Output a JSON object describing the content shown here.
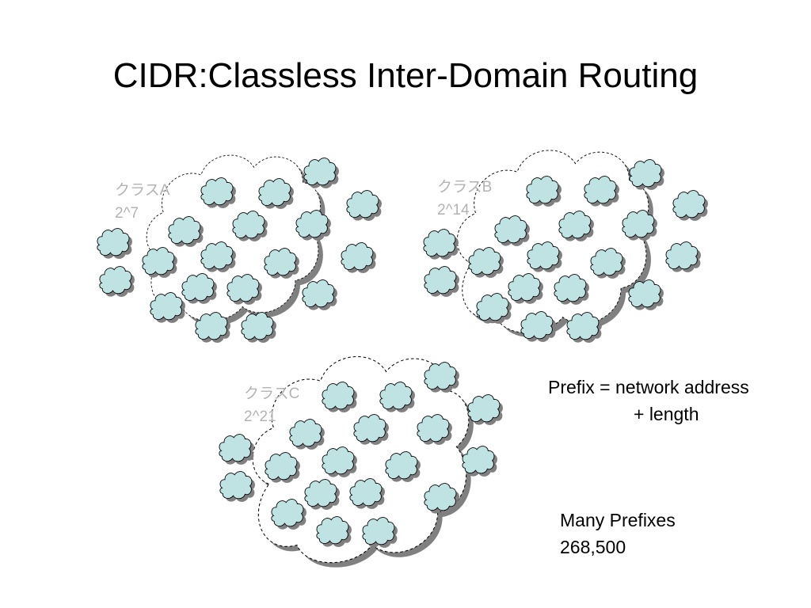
{
  "slide": {
    "title": "CIDR:Classless Inter-Domain Routing"
  },
  "groups": [
    {
      "name": "クラスA",
      "size": "2^7"
    },
    {
      "name": "クラスB",
      "size": "2^14"
    },
    {
      "name": "クラスC",
      "size": "2^21"
    }
  ],
  "prefix_note": {
    "line1": "Prefix = network address",
    "line2": "+ length"
  },
  "count_note": {
    "line1": "Many Prefixes",
    "line2": "268,500"
  },
  "colors": {
    "small_cloud_fill": "#bfe3e3",
    "cloud_outline": "#000000",
    "shadow": "#808080",
    "label_gray": "#b3b3b3"
  }
}
